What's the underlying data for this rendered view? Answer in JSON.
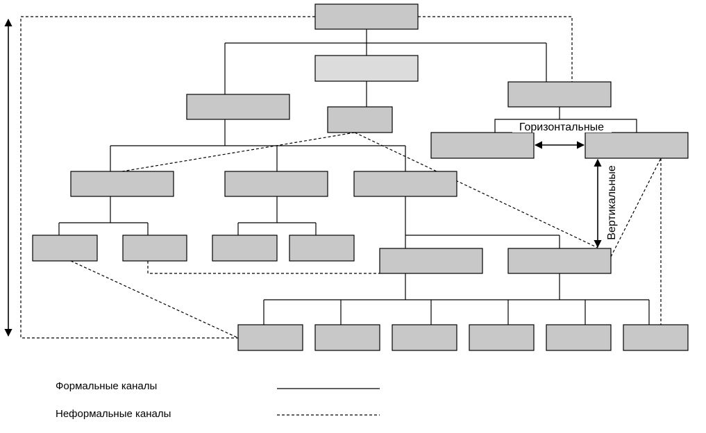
{
  "diagram": {
    "labels": {
      "horizontal": "Горизонтальные",
      "vertical": "Вертикальные"
    },
    "legend": {
      "formal_label": "Формальные каналы",
      "informal_label": "Неформальные каналы"
    },
    "colors": {
      "box_fill": "#c8c8c8",
      "box_fill_light": "#dcdcdc",
      "line": "#000000",
      "background": "#ffffff"
    }
  }
}
